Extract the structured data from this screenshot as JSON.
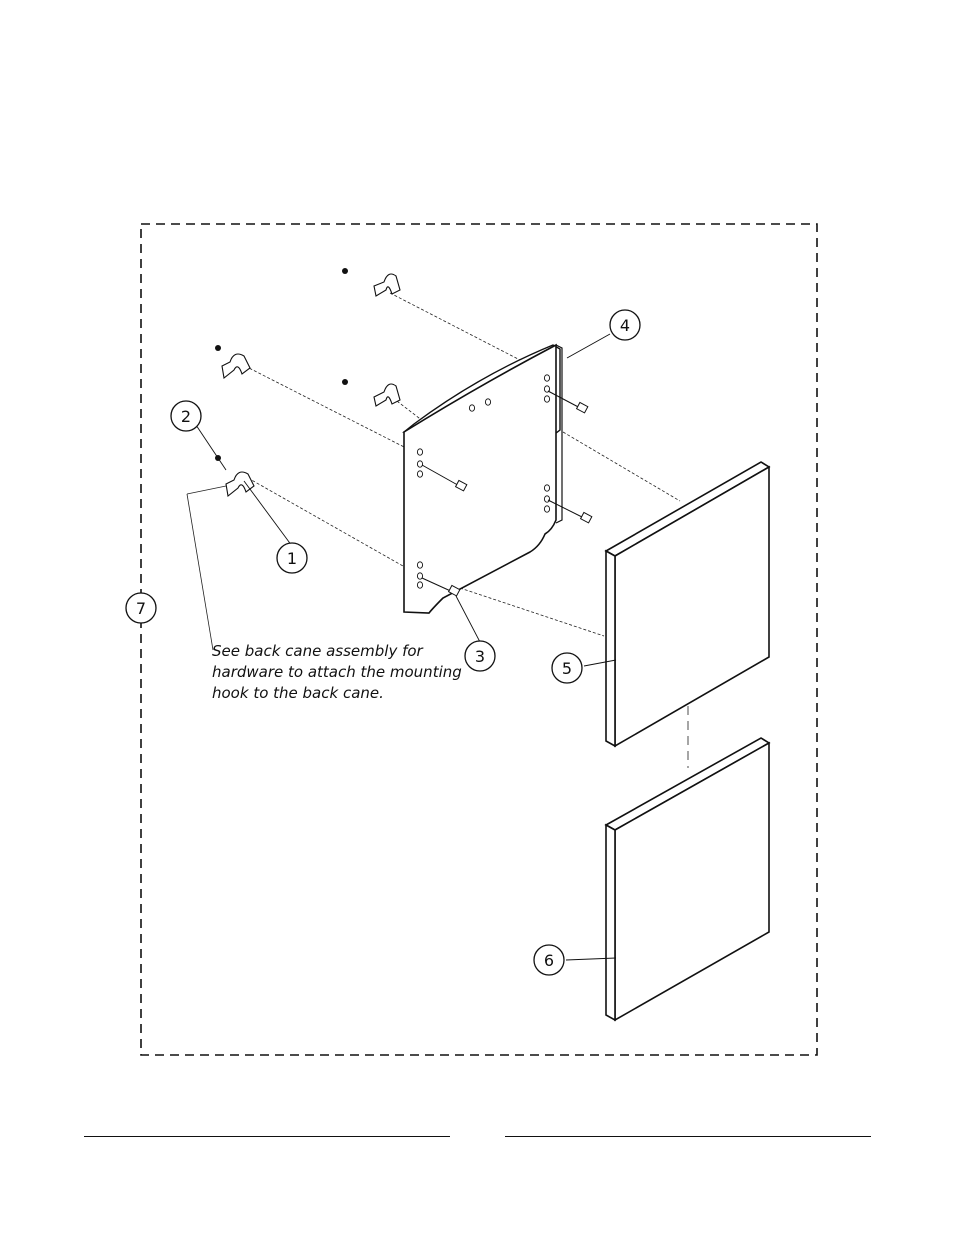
{
  "callouts": [
    {
      "id": "1",
      "label": "1"
    },
    {
      "id": "2",
      "label": "2"
    },
    {
      "id": "3",
      "label": "3"
    },
    {
      "id": "4",
      "label": "4"
    },
    {
      "id": "5",
      "label": "5"
    },
    {
      "id": "6",
      "label": "6"
    },
    {
      "id": "7",
      "label": "7"
    }
  ],
  "note": {
    "lines": [
      "See back cane assembly for",
      "hardware to attach the mounting",
      "hook to the back cane."
    ]
  },
  "colors": {
    "line": "#111111",
    "fill": "#ffffff"
  }
}
